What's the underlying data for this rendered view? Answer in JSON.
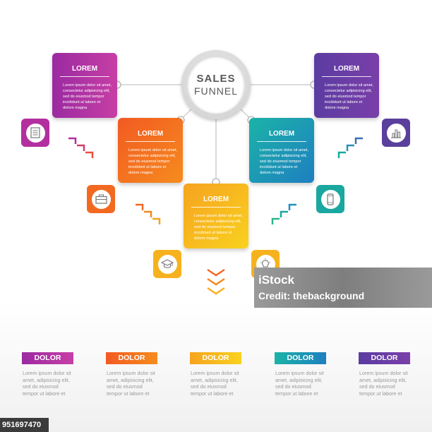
{
  "hub": {
    "title": "SALES",
    "subtitle": "FUNNEL"
  },
  "cards": [
    {
      "title": "LOREM",
      "text": "Lorem ipsum dolor sit amet, consectetur adipisicing elit, sed do eiusmod tempor incididunt ut labore et dolore magna",
      "color": "#9b2aa1"
    },
    {
      "title": "LOREM",
      "text": "Lorem ipsum dolor sit amet, consectetur adipisicing elit, sed do eiusmod tempor incididunt ut labore et dolore magna",
      "color": "#5b3ca1"
    },
    {
      "title": "LOREM",
      "text": "Lorem ipsum dolor sit amet, consectetur adipisicing elit, sed do eiusmod tempor incididunt ut labore et dolore magna",
      "color": "#f25a22"
    },
    {
      "title": "LOREM",
      "text": "Lorem ipsum dolor sit amet, consectetur adipisicing elit, sed do eiusmod tempor incididunt ut labore et dolore magna",
      "color": "#1bb3a7"
    },
    {
      "title": "LOREM",
      "text": "Lorem ipsum dolor sit amet, consectetur adipisicing elit, sed do eiusmod tempor incididunt ut labore et dolore magna",
      "color": "#f6a31f"
    }
  ],
  "icons": [
    "document-icon",
    "bar-chart-icon",
    "briefcase-icon",
    "smartphone-icon",
    "graduation-cap-icon",
    "lightbulb-icon"
  ],
  "legend": [
    {
      "label": "DOLOR",
      "text": "Lorem ipsum dolor sit amet, adipisicing elit, sed do eiusmod tempor ut labore et"
    },
    {
      "label": "DOLOR",
      "text": "Lorem ipsum dolor sit amet, adipisicing elit, sed do eiusmod tempor ut labore et"
    },
    {
      "label": "DOLOR",
      "text": "Lorem ipsum dolor sit amet, adipisicing elit, sed do eiusmod tempor ut labore et"
    },
    {
      "label": "DOLOR",
      "text": "Lorem ipsum dolor sit amet, adipisicing elit, sed do eiusmod tempor ut labore et"
    },
    {
      "label": "DOLOR",
      "text": "Lorem ipsum dolor sit amet, adipisicing elit, sed do eiusmod tempor ut labore et"
    }
  ],
  "watermark": {
    "brand": "iStock",
    "credit": "Credit: thebackground"
  },
  "stock_id": "951697470"
}
